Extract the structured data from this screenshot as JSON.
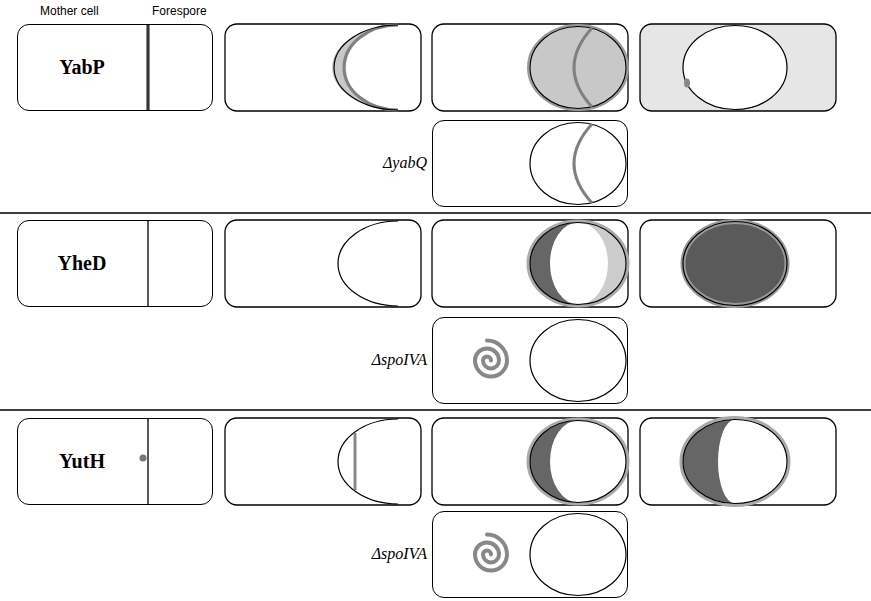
{
  "diagram": {
    "nodes": [
      {
        "text": [
          "YabP"
        ]
      },
      {
        "text": [
          "ΔyabQ"
        ]
      },
      {
        "text": [
          "YheD"
        ]
      },
      {
        "text": [
          "ΔspoIVA"
        ]
      },
      {
        "text": [
          "YutH"
        ]
      },
      {
        "text": [
          "ΔspoIVA"
        ]
      }
    ],
    "labels": [
      "Mother cell",
      "Forespore"
    ]
  }
}
